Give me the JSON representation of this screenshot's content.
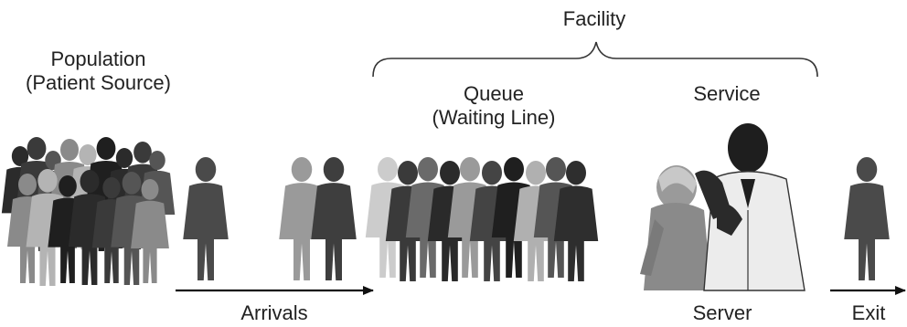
{
  "labels": {
    "facility": "Facility",
    "population_line1": "Population",
    "population_line2": "(Patient Source)",
    "queue_line1": "Queue",
    "queue_line2": "(Waiting Line)",
    "service": "Service",
    "arrivals": "Arrivals",
    "server": "Server",
    "exit": "Exit"
  },
  "colors": {
    "text": "#222222",
    "dark_figure": "#2b2b2b",
    "mid_figure": "#6e6e6e",
    "light_figure": "#b4b4b4",
    "arrow": "#111111"
  },
  "icons": [
    "crowd-icon",
    "person-icon",
    "server-doctor-icon",
    "patient-child-icon",
    "arrow-icon",
    "brace-icon"
  ]
}
